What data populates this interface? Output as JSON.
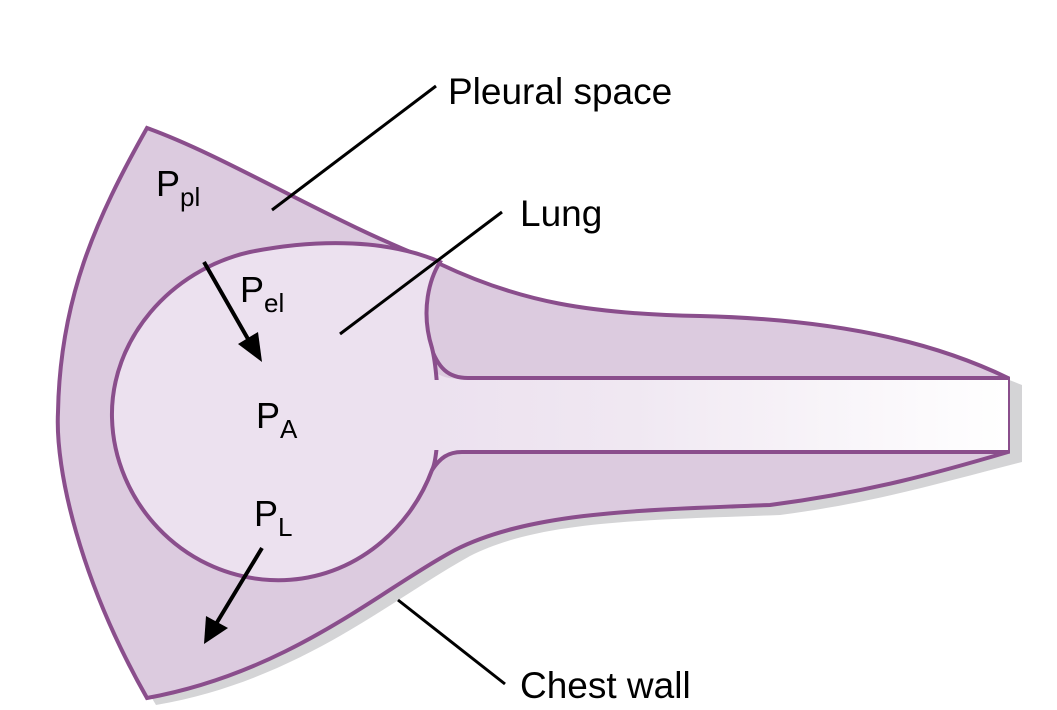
{
  "labels": {
    "pleural_space": "Pleural space",
    "lung": "Lung",
    "chest_wall": "Chest  wall"
  },
  "symbols": {
    "p_pl": {
      "base": "P",
      "sub": "pl"
    },
    "p_el": {
      "base": "P",
      "sub": "el"
    },
    "p_a": {
      "base": "P",
      "sub": "A"
    },
    "p_l": {
      "base": "P",
      "sub": "L"
    }
  },
  "colors": {
    "outline": "#8a4e8c",
    "pleural_fill": "#dccbdf",
    "lung_fill": "#ece1ef",
    "airway_fill_end": "#ffffff",
    "shadow": "#d4d4d6",
    "line": "#000000"
  }
}
